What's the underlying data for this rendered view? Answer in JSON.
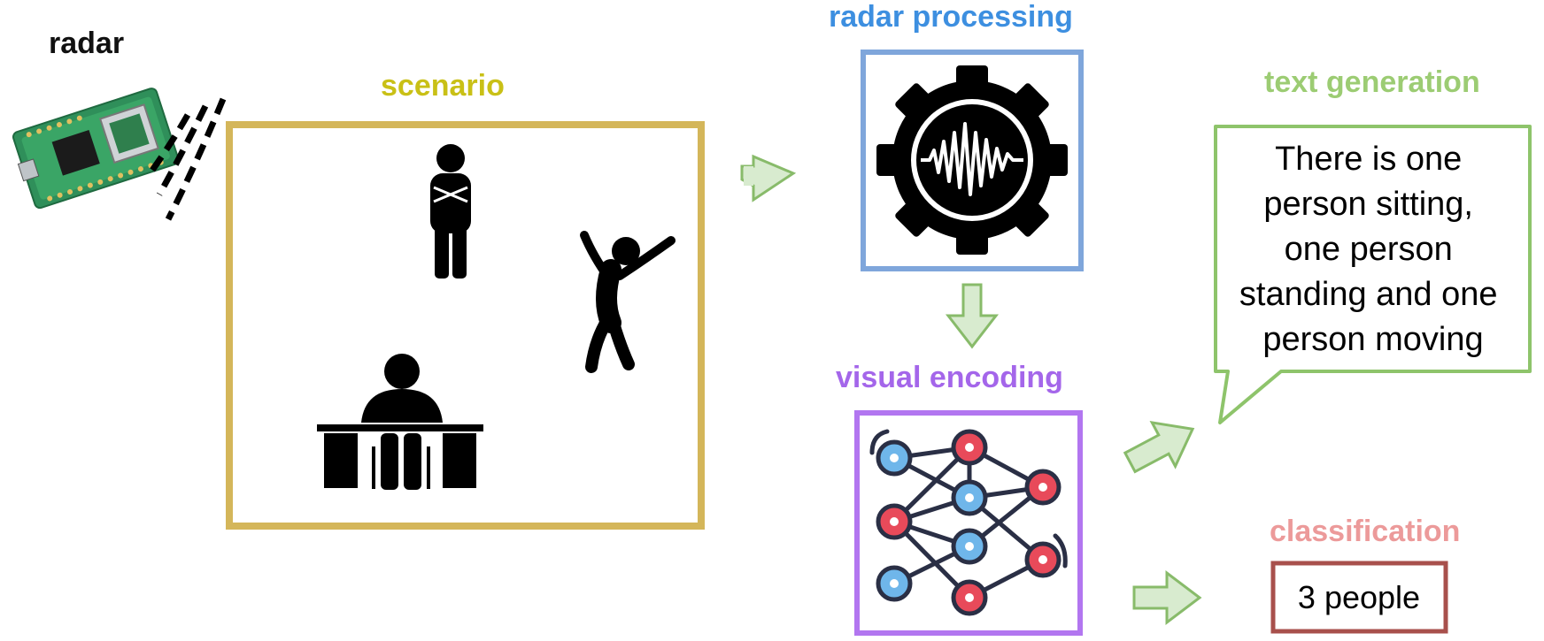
{
  "labels": {
    "radar": "radar",
    "scenario": "scenario",
    "radar_processing": "radar processing",
    "visual_encoding": "visual encoding",
    "text_generation": "text generation",
    "classification": "classification"
  },
  "text_output": {
    "lines": [
      "There is one",
      "person sitting,",
      "one person",
      "standing and one",
      "person moving"
    ]
  },
  "classification_output": "3 people",
  "colors": {
    "radar": "#111111",
    "scenario": "#c9c016",
    "scenario_box": "#d4b65a",
    "radar_processing": "#3d8fe0",
    "processing_box": "#7fa6db",
    "visual_encoding": "#a466ea",
    "encoding_box": "#b276f0",
    "text_generation": "#9ccc73",
    "speech_border": "#8ec46b",
    "classification": "#ec9a9a",
    "classification_box": "#a8504c",
    "arrow_fill": "#d8ebcf",
    "arrow_stroke": "#88bb6a",
    "node_red": "#e84a5a",
    "node_blue": "#6fb6ea",
    "edge": "#2a2f45"
  },
  "icons": [
    "radar-board-icon",
    "radar-wave-icon",
    "standing-person-icon",
    "moving-person-icon",
    "sitting-person-icon",
    "gear-waveform-icon",
    "neural-network-icon"
  ]
}
